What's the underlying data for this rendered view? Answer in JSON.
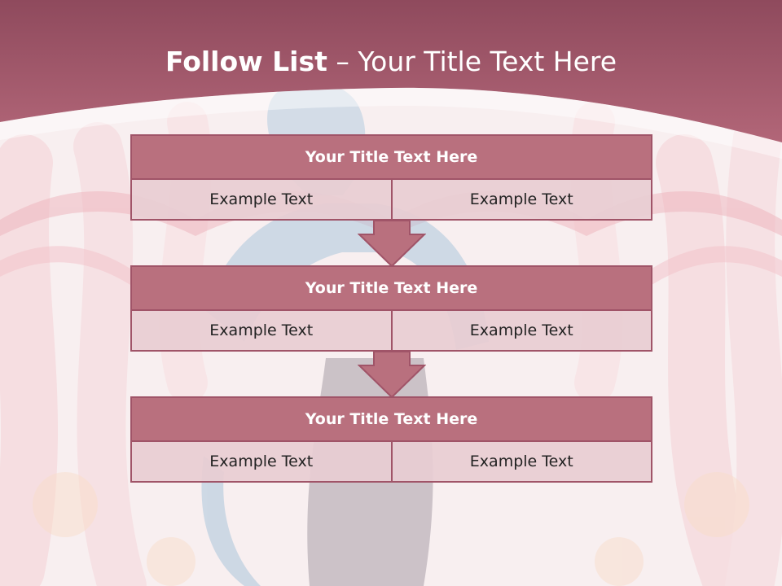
{
  "slide": {
    "title_bold": "Follow List",
    "title_rest": " – Your Title Text Here"
  },
  "steps": [
    {
      "title": "Your Title Text Here",
      "left": "Example Text",
      "right": "Example Text"
    },
    {
      "title": "Your Title Text Here",
      "left": "Example Text",
      "right": "Example Text"
    },
    {
      "title": "Your Title Text Here",
      "left": "Example Text",
      "right": "Example Text"
    }
  ],
  "colors": {
    "header": "#a45870",
    "box_title": "#b9707e",
    "box_border": "#a05468",
    "cell": "#e8cdd3"
  }
}
